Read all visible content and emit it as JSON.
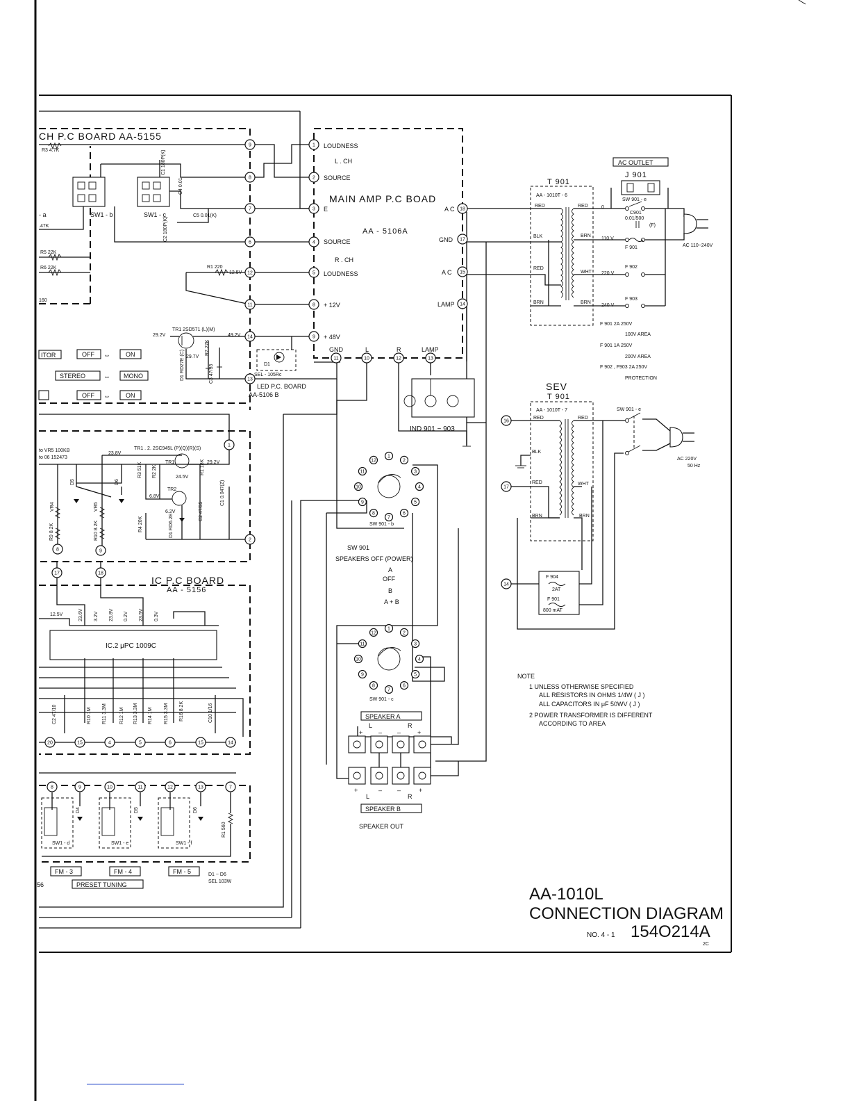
{
  "boards": {
    "switch_board": "CH P.C BOARD  AA-5155",
    "main_amp_title": "MAIN  AMP  P.C  BOAD",
    "main_amp_model": "AA - 5106A",
    "led_board_1": "LED  P.C. BOARD",
    "led_board_2": "AA-5106 B",
    "ic_board_title": "IC  P.C  BOARD",
    "ic_board_model": "AA - 5156",
    "ic_label": "IC.2   μPC 1009C"
  },
  "main_amp": {
    "left": [
      "LOUDNESS",
      "L . CH",
      "SOURCE",
      "E",
      "SOURCE",
      "R . CH",
      "LOUDNESS",
      "+ 12V",
      "+ 48V"
    ],
    "right": [
      "A C",
      "GND",
      "A C",
      "LAMP"
    ],
    "bottom": [
      "GND",
      "L",
      "R",
      "LAMP"
    ]
  },
  "switch_labels": {
    "sw_b": "SW1 - b",
    "sw_c": "SW1 - c",
    "sw_a": "- a",
    "r3": "R3 4.7K",
    "r47": ".47K",
    "r5": "R5 22K",
    "r6": "R6 22K",
    "c1": "C1 180P(K)",
    "c2": "C2 180P(K)",
    "c4": "C4 0.01",
    "c5": "C5 0.01(K)",
    "r1": "R1 220",
    "v125": "12.5V",
    "tr1": "TR1 2SD571 (L)(M)",
    "v292": "29.2V",
    "v492": "49.2V",
    "v297": "29.7V",
    "r7": "R7 27K",
    "c3": "C3 47/35",
    "d1": "D1 RD27E (C)",
    "d1led": "D1",
    "d1led_type": "SEL - 105Rc",
    "r_160": "160"
  },
  "mode_buttons": {
    "itor": "ITOR",
    "off1": "OFF",
    "on1": "ON",
    "stereo": "STEREO",
    "mono": "MONO",
    "off2": "OFF",
    "on2": "ON",
    "arrow": "⇔"
  },
  "mid_board": {
    "vr_note_1": "to VR5   100KB",
    "vr_note_2": "to 06    152473",
    "tr12": "TR1 . 2.    2SC945L (P)(Q)(R)(S)",
    "v238": "23.8V",
    "r3": "R3 51K",
    "r2": "R2 2K",
    "r1": "R1 18K",
    "v292": "29.2V",
    "v245": "24.5V",
    "tr1": "TR1",
    "tr2": "TR2",
    "c1": "C1 0.047(Z)",
    "d5": "D5",
    "d6": "D6",
    "vr4": "VR4",
    "vr5": "VR5",
    "r9": "R9 8.2K",
    "r10": "R10 8.2K",
    "v68": "6.8V",
    "v62": "6.2V",
    "r4": "R4 20K",
    "c2": "C2 47/35",
    "d1": "D1 RD6.2E"
  },
  "ic_board": {
    "volts": [
      "12.5V",
      "23.6V",
      "3.2V",
      "23.8V",
      "0.2V",
      "23.5V",
      "0.3V"
    ],
    "parts": [
      "C2 47/10",
      "R10 1M",
      "R11 3.3M",
      "R12 1M",
      "R13 3.3M",
      "R14 1M",
      "R15 3.3M",
      "R16 8.2K",
      "C10 1/16"
    ],
    "bottom_nodes": [
      "20",
      "15",
      "4",
      "5",
      "6",
      "15",
      "14"
    ]
  },
  "preset": {
    "sw_d": "SW1 - d",
    "sw_e": "SW1 - e",
    "sw_f": "SW1 - f",
    "d4": "D4",
    "d5": "D5",
    "d6": "D6",
    "r1": "R1 560",
    "fm3": "FM - 3",
    "fm4": "FM - 4",
    "fm5": "FM - 5",
    "diode_note_1": "D1 ~ D6",
    "diode_note_2": "SEL 103W",
    "preset_tuning": "PRESET  TUNING",
    "edge_num": "56"
  },
  "transformer_1": {
    "name": "T 901",
    "model": "AA - 1010T - 6",
    "leads": [
      "RED",
      "RED",
      "BLK",
      "BRN",
      "RED",
      "WHT",
      "BRN",
      "BRN"
    ],
    "taps": [
      "0",
      "110 V",
      "220 V",
      "240 V"
    ],
    "fuses": [
      "F 901",
      "F 902",
      "F 903"
    ],
    "ac_outlet": "AC  OUTLET",
    "j901": "J 901",
    "sw_e": "SW 901 - e",
    "c901": "C901",
    "c901_val": "0.01/500",
    "c901_note": "(F)",
    "ac_in": "AC 110~240V"
  },
  "fuse_notes": [
    "F 901    2A  250V",
    "100V  AREA",
    "F 901    1A  250V",
    "200V  AREA",
    "F 902 ,  F903    2A  250V",
    "PROTECTION"
  ],
  "transformer_2": {
    "sev": "SEV",
    "name": "T 901",
    "model": "AA - 1010T - 7",
    "leads": [
      "RED",
      "RED",
      "BLK",
      "RED",
      "WHT",
      "BRN",
      "BRN"
    ],
    "sw_e": "SW 901 - e",
    "ac_in_1": "AC  220V",
    "ac_in_2": "50 Hz",
    "f904": "F 904",
    "f904_val": "2AT",
    "f901": "F 901",
    "f901_val": "800 mAT"
  },
  "lamps": {
    "label": "IND 901 ~ 903"
  },
  "sw901": {
    "b_label": "SW 901 - b",
    "c_label": "SW 901 - c",
    "title": "SW 901",
    "positions": [
      "SPEAKERS  OFF  (POWER)",
      "A",
      "OFF",
      "B",
      "A + B"
    ]
  },
  "speakers": {
    "a": "SPEAKER  A",
    "b": "SPEAKER  B",
    "out": "SPEAKER   OUT",
    "l": "L",
    "r": "R",
    "plus": "+",
    "minus": "–"
  },
  "note": {
    "title": "NOTE",
    "lines": [
      "1   UNLESS  OTHERWISE  SPECIFIED",
      "ALL  RESISTORS  IN  OHMS  1/4W ( J )",
      "ALL  CAPACITORS  IN  μF  50WV ( J )",
      "2   POWER  TRANSFORMER  IS  DIFFERENT",
      "ACCORDING  TO  AREA"
    ]
  },
  "title_block": {
    "model": "AA-1010L",
    "title": "CONNECTION  DIAGRAM",
    "no_prefix": "NO. 4 - 1",
    "number": "154O214A",
    "rev": "2C"
  },
  "node_numbers": {
    "main_left": [
      "9",
      "8",
      "7",
      "6",
      "12",
      "11",
      "14",
      "13"
    ],
    "main_amp_left": [
      "1",
      "2",
      "3",
      "4",
      "5",
      "8",
      "9"
    ],
    "main_amp_right": [
      "18",
      "17",
      "15",
      "14"
    ],
    "main_amp_bottom": [
      "11",
      "10",
      "12",
      "13"
    ],
    "sev_nodes": [
      "16",
      "17",
      "14"
    ],
    "mid_nodes": [
      "1",
      "2",
      "8",
      "9",
      "17",
      "18"
    ],
    "rotary": [
      "1",
      "2",
      "3",
      "4",
      "5",
      "6",
      "7",
      "8",
      "9",
      "10",
      "11",
      "12"
    ],
    "preset_nodes": [
      "8",
      "9",
      "10",
      "11",
      "12",
      "13",
      "7"
    ]
  }
}
